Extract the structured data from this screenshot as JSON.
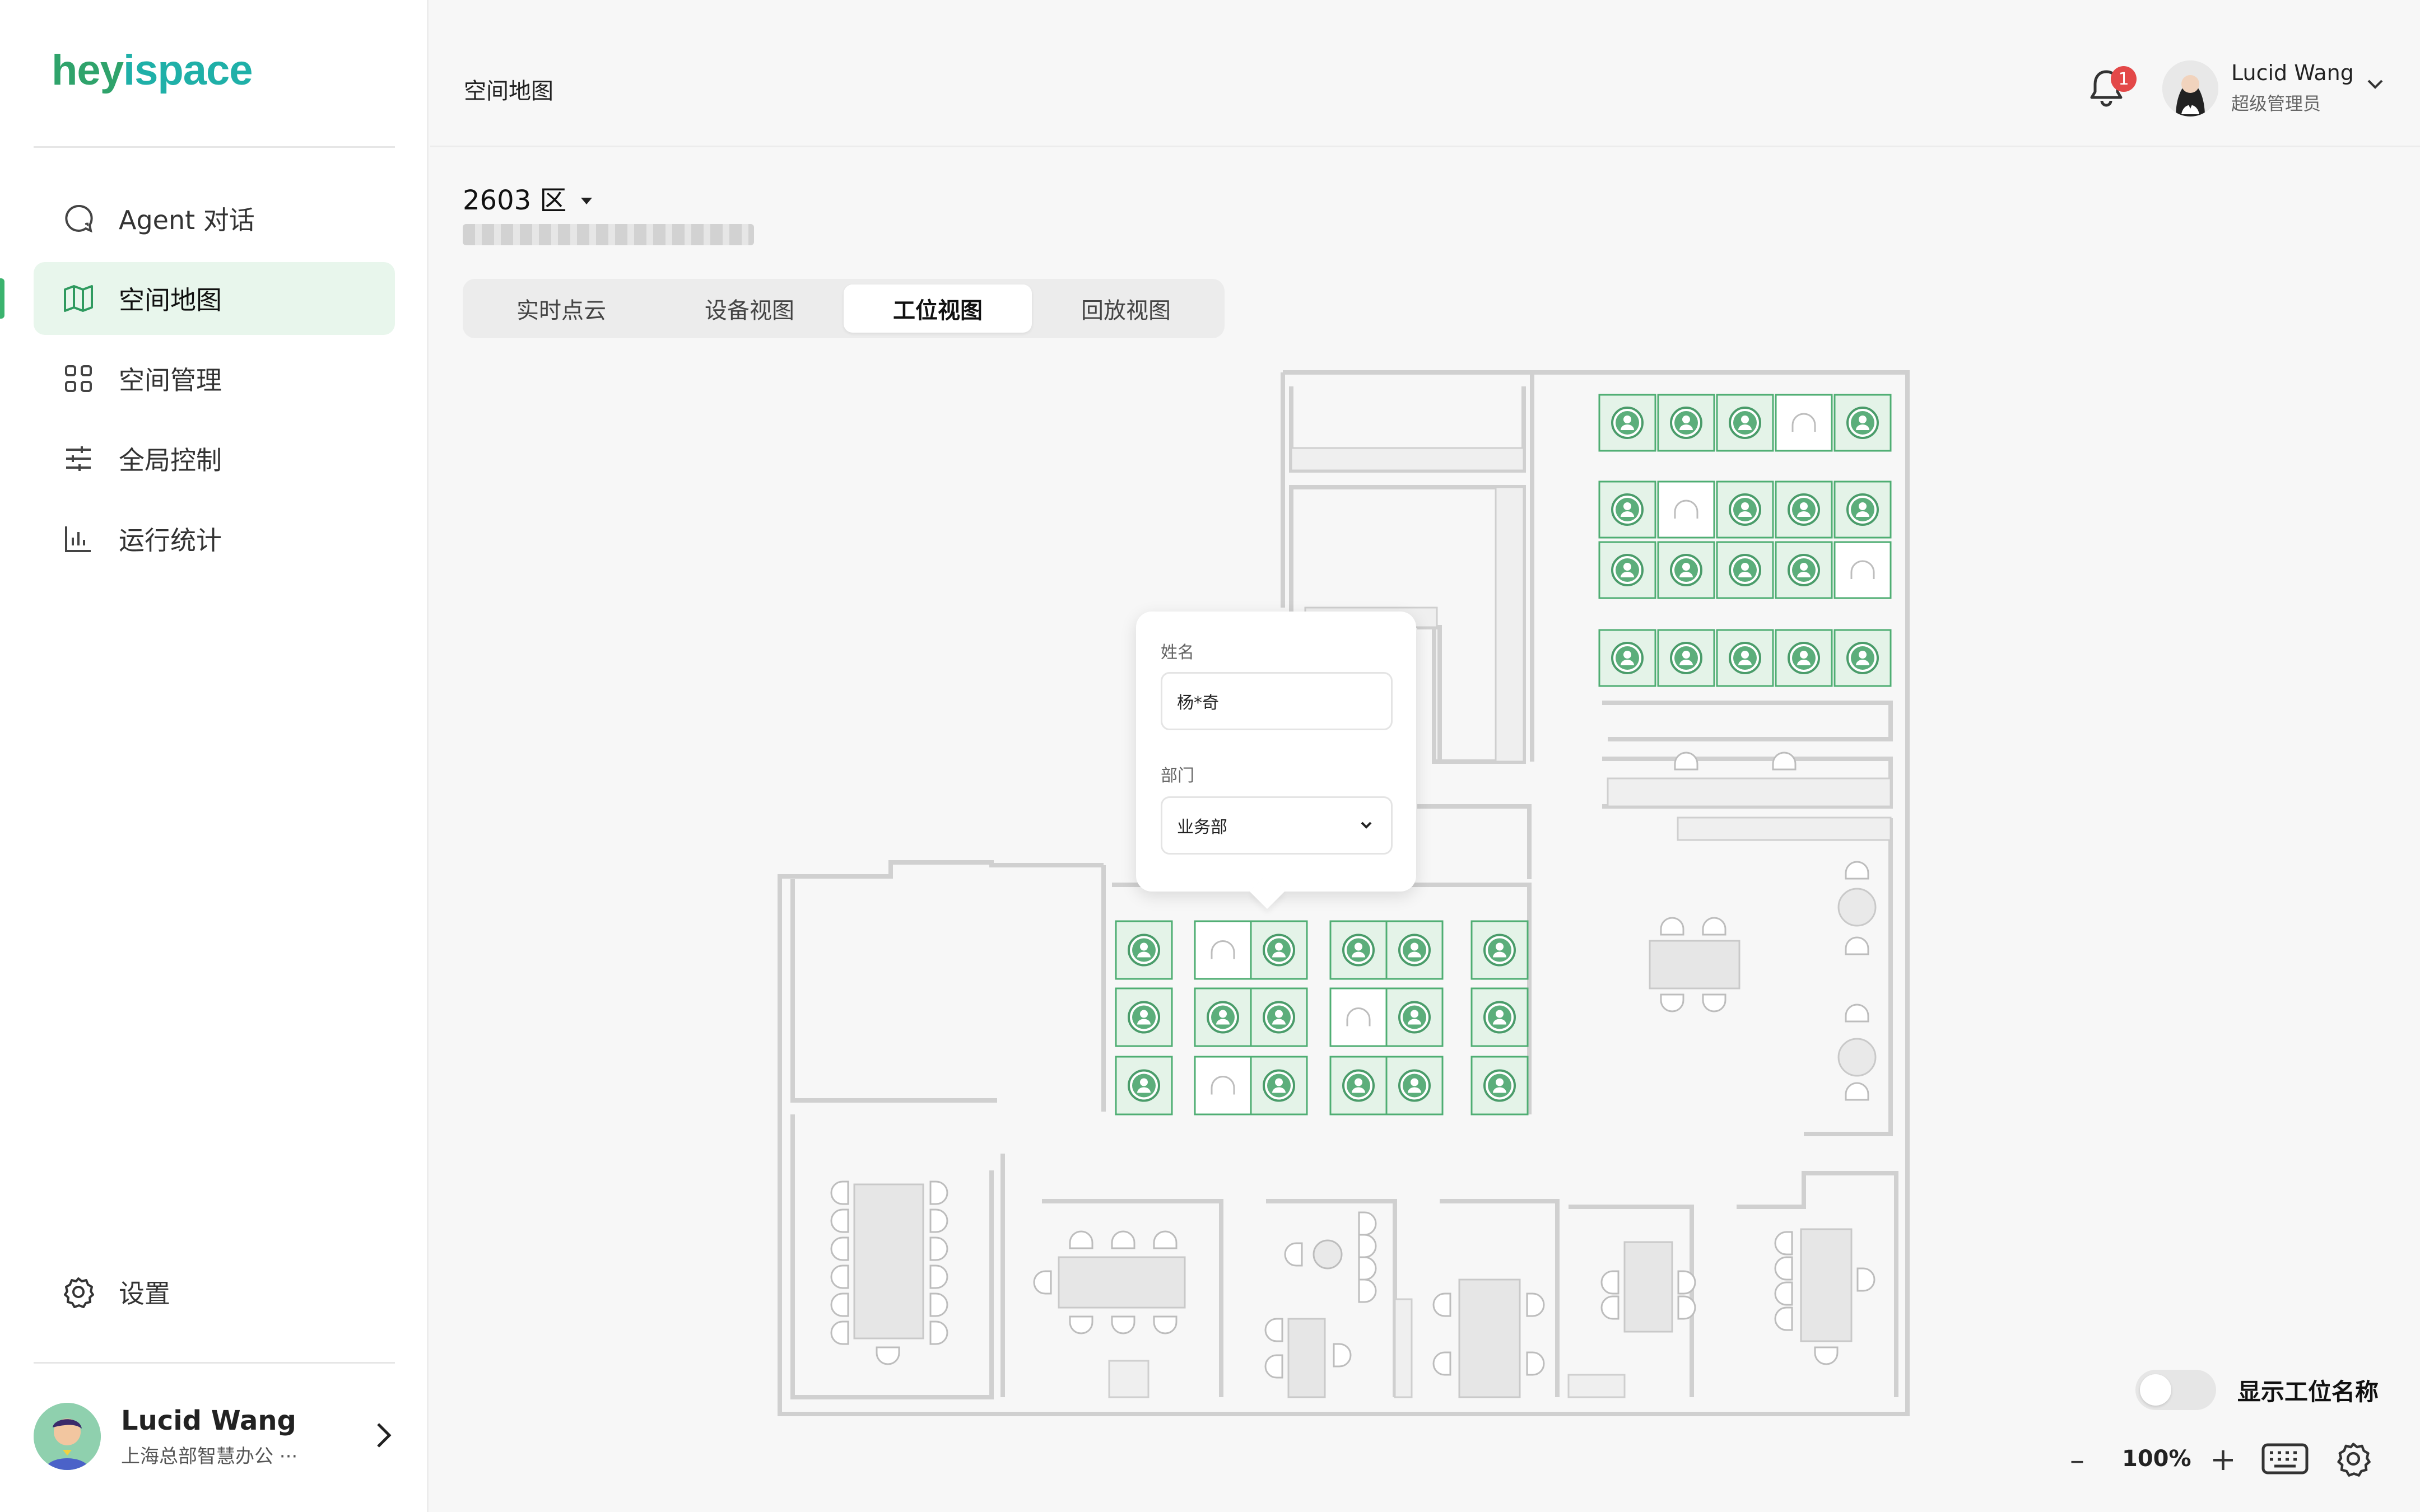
{
  "app": {
    "logo_prefix": "hey",
    "logo_suffix": "ispace"
  },
  "sidebar": {
    "items": [
      {
        "label": "Agent 对话",
        "icon": "chat-icon"
      },
      {
        "label": "空间地图",
        "icon": "map-icon",
        "active": true
      },
      {
        "label": "空间管理",
        "icon": "grid-icon"
      },
      {
        "label": "全局控制",
        "icon": "sliders-icon"
      },
      {
        "label": "运行统计",
        "icon": "bar-chart-icon"
      }
    ],
    "settings_label": "设置",
    "user": {
      "name": "Lucid Wang",
      "org": "上海总部智慧办公 ···"
    }
  },
  "header": {
    "title": "空间地图",
    "notification_count": "1",
    "user_name": "Lucid Wang",
    "user_role": "超级管理员"
  },
  "zone": {
    "title": "2603 区",
    "subtitle": "███████ ████████ ██"
  },
  "tabs": [
    {
      "label": "实时点云"
    },
    {
      "label": "设备视图"
    },
    {
      "label": "工位视图",
      "active": true
    },
    {
      "label": "回放视图"
    }
  ],
  "popover": {
    "name_label": "姓名",
    "name_value": "杨*奇",
    "dept_label": "部门",
    "dept_value": "业务部"
  },
  "controls": {
    "show_names_label": "显示工位名称",
    "show_names_on": false,
    "zoom_minus": "–",
    "zoom_value": "100%",
    "zoom_plus": "+"
  },
  "colors": {
    "accent": "#3bb36e",
    "occupied_fill": "#e4f3e8",
    "occupied_stroke": "#4fae73",
    "wall": "#cfcfcf"
  },
  "desks": {
    "cluster_a_rows": [
      [
        "occupied",
        "occupied",
        "occupied",
        "empty",
        "occupied"
      ],
      [
        "occupied",
        "empty",
        "occupied",
        "occupied",
        "occupied"
      ],
      [
        "occupied",
        "occupied",
        "occupied",
        "occupied",
        "empty"
      ],
      [
        "occupied",
        "occupied",
        "occupied",
        "occupied",
        "occupied"
      ]
    ],
    "cluster_b_rows": [
      [
        "occupied",
        "empty",
        "occupied",
        "occupied",
        "occupied",
        "occupied"
      ],
      [
        "occupied",
        "occupied",
        "occupied",
        "empty",
        "occupied",
        "occupied"
      ],
      [
        "occupied",
        "empty",
        "occupied",
        "occupied",
        "occupied",
        "occupied"
      ]
    ]
  }
}
